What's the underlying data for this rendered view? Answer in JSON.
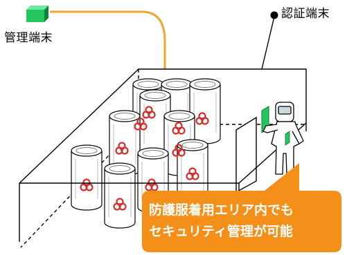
{
  "labels": {
    "admin_terminal": "管理端末",
    "auth_terminal": "認証端末"
  },
  "callout": {
    "text": "防護服着用エリア内でも\nセキュリティ管理が可能"
  },
  "colors": {
    "callout": "#f49019",
    "cable": "#f0a432",
    "terminal": "#2ecc71",
    "biohazard": "#d32f2f",
    "door_panel": "#2ecc71"
  },
  "icons": [
    "biohazard-icon",
    "computer-terminal-icon",
    "auth-terminal-icon",
    "person-in-protective-suit-icon"
  ]
}
